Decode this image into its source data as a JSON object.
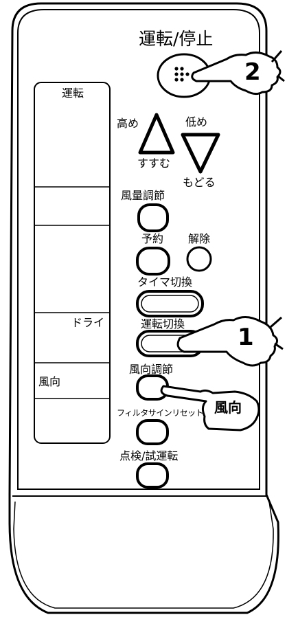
{
  "labels": {
    "power": "運転/停止",
    "display_mode": "運転",
    "temp_up": "高め",
    "temp_down": "低め",
    "advance": "すすむ",
    "back": "もどる",
    "fan_speed": "風量調節",
    "reserve": "予約",
    "cancel": "解除",
    "timer_switch": "タイマ切換",
    "display_dry": "ドライ",
    "mode_switch": "運転切換",
    "display_wind": "風向",
    "wind_direction": "風向調節",
    "filter_reset": "フィルタサインリセット",
    "test_run": "点検/試運転"
  },
  "callouts": {
    "step1": "1",
    "step2": "2",
    "wind_tag": "風向"
  }
}
